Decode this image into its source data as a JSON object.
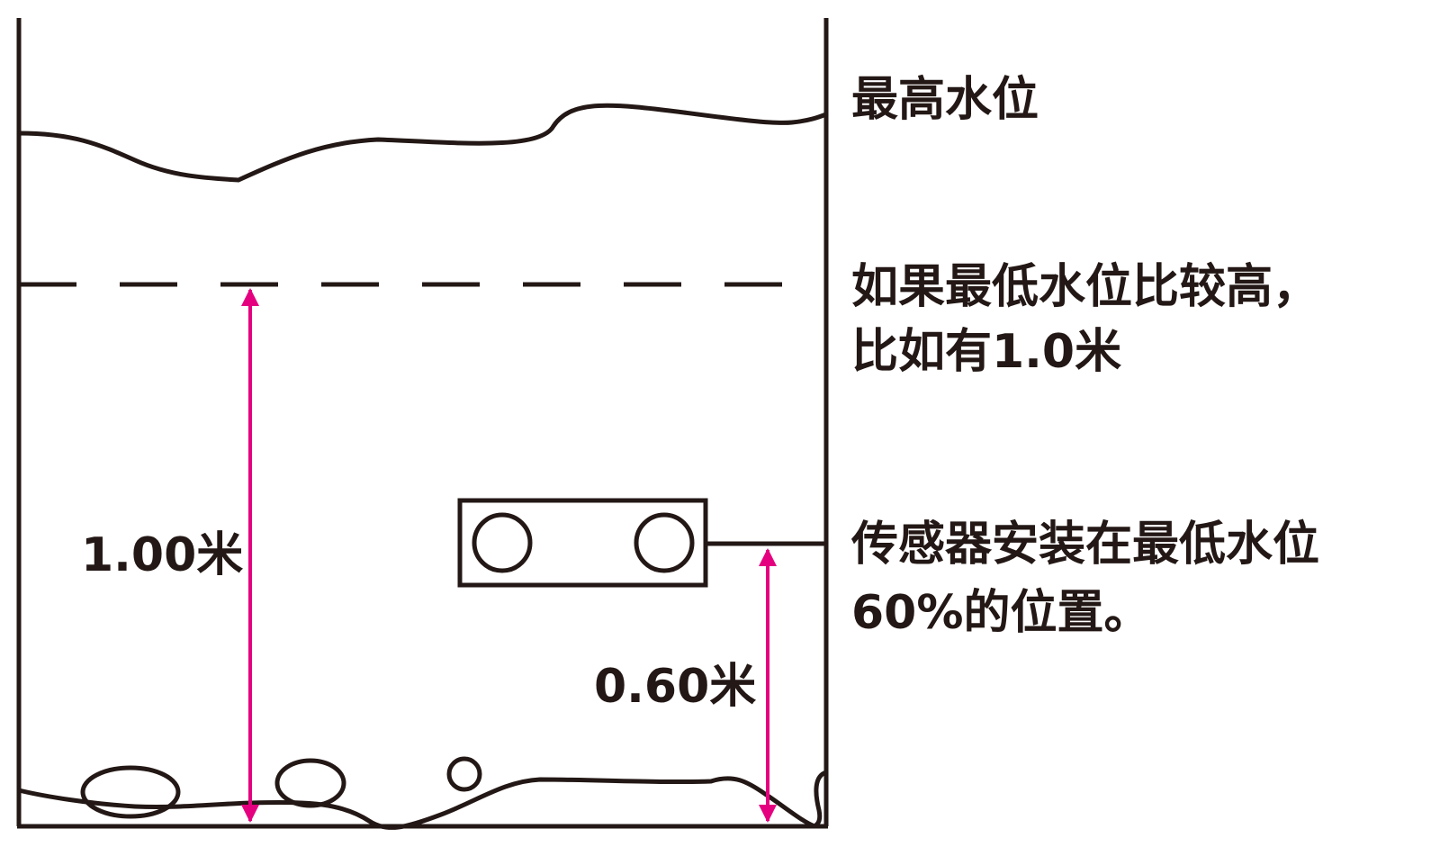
{
  "labels": {
    "max_water_level": "最高水位",
    "min_water_level_line1": "如果最低水位比较高，",
    "min_water_level_line2": "比如有1.0米",
    "sensor_install_line1": "传感器安装在最低水位",
    "sensor_install_line2": "60%的位置。",
    "min_level_height": "1.00米",
    "sensor_height": "0.60米"
  },
  "colors": {
    "line": "#231815",
    "dimension": "#e4007f",
    "background": "#ffffff"
  },
  "icons": {
    "sensor": "sensor-box-icon"
  }
}
